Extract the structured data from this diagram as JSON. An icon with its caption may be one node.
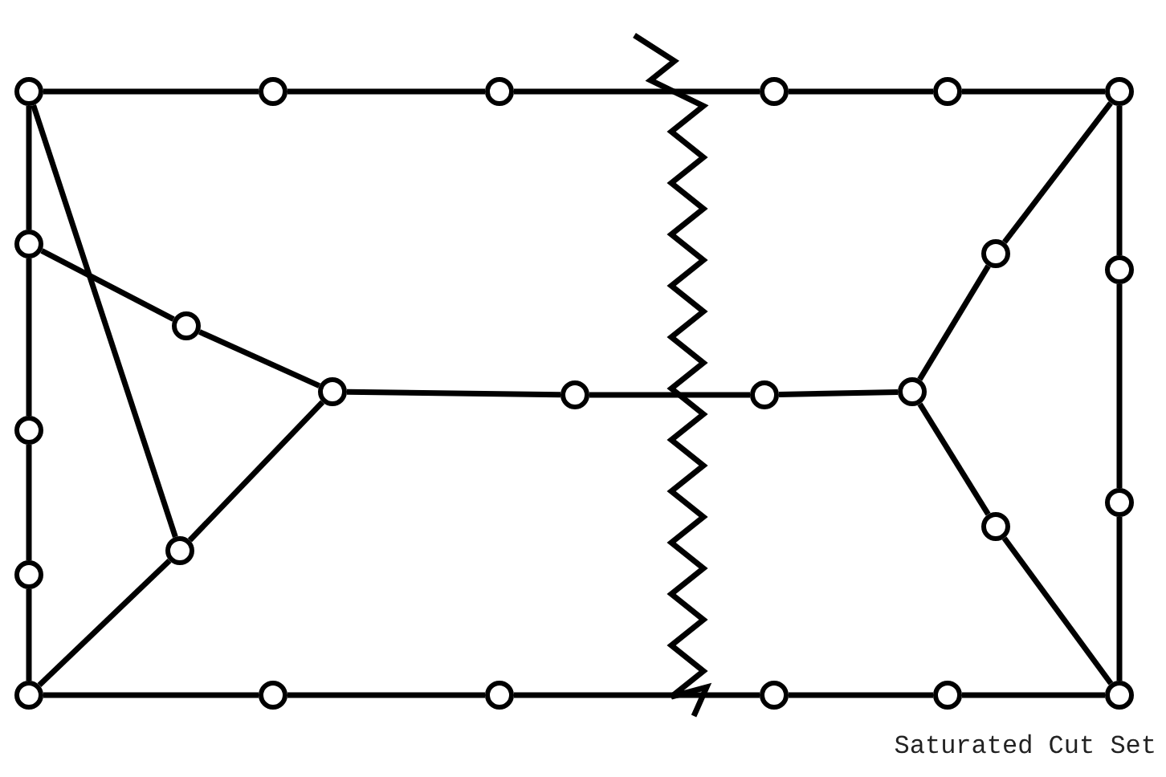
{
  "diagram": {
    "nodes": [
      {
        "text": [],
        "shape": "circle"
      },
      {
        "text": [],
        "shape": "circle"
      },
      {
        "text": [],
        "shape": "circle"
      },
      {
        "text": [],
        "shape": "circle"
      },
      {
        "text": [],
        "shape": "circle"
      },
      {
        "text": [],
        "shape": "circle"
      },
      {
        "text": [],
        "shape": "circle"
      },
      {
        "text": [],
        "shape": "circle"
      },
      {
        "text": [],
        "shape": "circle"
      },
      {
        "text": [],
        "shape": "circle"
      },
      {
        "text": [],
        "shape": "circle"
      },
      {
        "text": [],
        "shape": "circle"
      },
      {
        "text": [],
        "shape": "circle"
      },
      {
        "text": [],
        "shape": "circle"
      },
      {
        "text": [],
        "shape": "circle"
      },
      {
        "text": [],
        "shape": "circle"
      },
      {
        "text": [],
        "shape": "circle"
      },
      {
        "text": [],
        "shape": "circle"
      },
      {
        "text": [],
        "shape": "circle"
      },
      {
        "text": [],
        "shape": "circle"
      },
      {
        "text": [],
        "shape": "circle"
      },
      {
        "text": [],
        "shape": "circle"
      },
      {
        "text": [],
        "shape": "circle"
      },
      {
        "text": [],
        "shape": "circle"
      },
      {
        "text": [],
        "shape": "circle"
      }
    ],
    "edges": [
      {
        "from": 0,
        "to": 1,
        "arrow": "none"
      },
      {
        "from": 1,
        "to": 2,
        "arrow": "none"
      },
      {
        "from": 2,
        "to": 3,
        "arrow": "none"
      },
      {
        "from": 3,
        "to": 4,
        "arrow": "none"
      },
      {
        "from": 4,
        "to": 5,
        "arrow": "none"
      },
      {
        "from": 5,
        "to": 8,
        "arrow": "none"
      },
      {
        "from": 8,
        "to": 15,
        "arrow": "none"
      },
      {
        "from": 15,
        "to": 24,
        "arrow": "none"
      },
      {
        "from": 19,
        "to": 20,
        "arrow": "none"
      },
      {
        "from": 20,
        "to": 21,
        "arrow": "none"
      },
      {
        "from": 21,
        "to": 22,
        "arrow": "none"
      },
      {
        "from": 22,
        "to": 23,
        "arrow": "none"
      },
      {
        "from": 23,
        "to": 24,
        "arrow": "none"
      },
      {
        "from": 0,
        "to": 6,
        "arrow": "none"
      },
      {
        "from": 6,
        "to": 14,
        "arrow": "none"
      },
      {
        "from": 14,
        "to": 18,
        "arrow": "none"
      },
      {
        "from": 18,
        "to": 19,
        "arrow": "none"
      },
      {
        "from": 0,
        "to": 17,
        "arrow": "none"
      },
      {
        "from": 6,
        "to": 9,
        "arrow": "none"
      },
      {
        "from": 9,
        "to": 10,
        "arrow": "none"
      },
      {
        "from": 10,
        "to": 17,
        "arrow": "none"
      },
      {
        "from": 17,
        "to": 19,
        "arrow": "none"
      },
      {
        "from": 10,
        "to": 11,
        "arrow": "none"
      },
      {
        "from": 11,
        "to": 12,
        "arrow": "none"
      },
      {
        "from": 12,
        "to": 13,
        "arrow": "none"
      },
      {
        "from": 13,
        "to": 7,
        "arrow": "none"
      },
      {
        "from": 7,
        "to": 5,
        "arrow": "none"
      },
      {
        "from": 13,
        "to": 16,
        "arrow": "none"
      },
      {
        "from": 16,
        "to": 24,
        "arrow": "none"
      }
    ],
    "labels": [
      "Saturated Cut Set"
    ]
  }
}
